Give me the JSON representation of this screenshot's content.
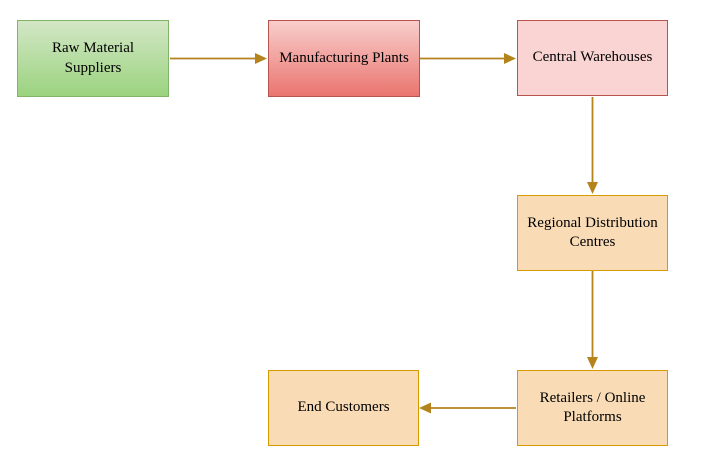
{
  "diagram": {
    "type": "flowchart",
    "background": "#ffffff"
  },
  "nodes": [
    {
      "id": "raw-material-suppliers",
      "label": "Raw Material Suppliers",
      "fill_top": "#d3e7c6",
      "fill_bottom": "#9bd37f",
      "border": "#82b366"
    },
    {
      "id": "manufacturing-plants",
      "label": "Manufacturing Plants",
      "fill_top": "#f8cecc",
      "fill_bottom": "#ea756f",
      "border": "#b85450"
    },
    {
      "id": "central-warehouses",
      "label": "Central Warehouses",
      "fill": "#f9d4d2",
      "border": "#b85450"
    },
    {
      "id": "regional-distribution-centres",
      "label": "Regional Distribution Centres",
      "fill": "#f9dcb6",
      "border": "#d79b00"
    },
    {
      "id": "retailers-online-platforms",
      "label": "Retailers / Online Platforms",
      "fill": "#f9dcb6",
      "border": "#d79b00"
    },
    {
      "id": "end-customers",
      "label": "End Customers",
      "fill": "#f9dcb6",
      "border": "#d79b00"
    }
  ],
  "edges": [
    {
      "from": "Raw Material Suppliers",
      "to": "Manufacturing Plants",
      "direction": "right"
    },
    {
      "from": "Manufacturing Plants",
      "to": "Central Warehouses",
      "direction": "right"
    },
    {
      "from": "Central Warehouses",
      "to": "Regional Distribution Centres",
      "direction": "down"
    },
    {
      "from": "Regional Distribution Centres",
      "to": "Retailers / Online Platforms",
      "direction": "down"
    },
    {
      "from": "Retailers / Online Platforms",
      "to": "End Customers",
      "direction": "left"
    }
  ],
  "palette": {
    "arrow": "#b5831c",
    "text": "#000000",
    "background": "#ffffff"
  }
}
